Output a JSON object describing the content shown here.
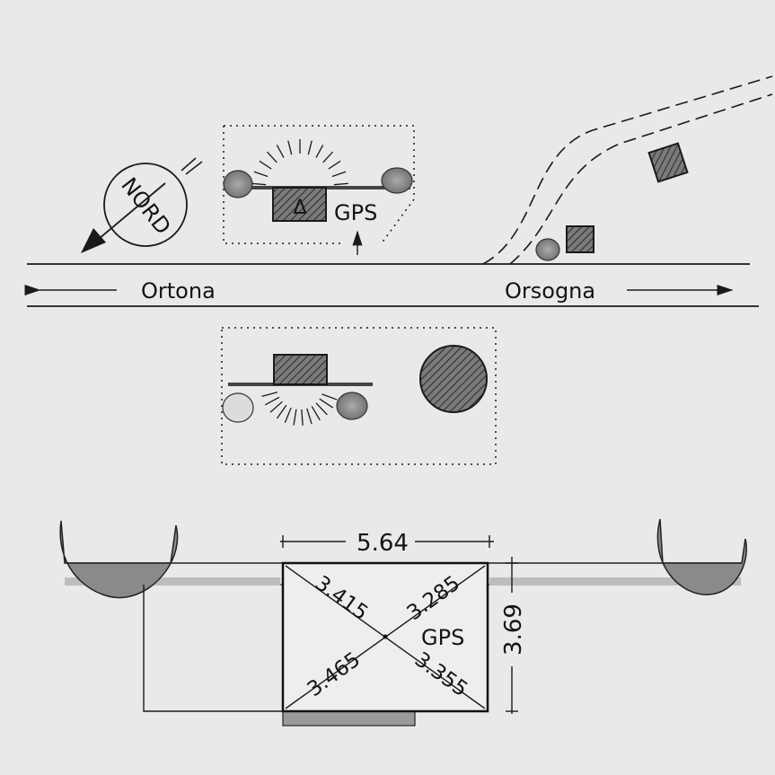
{
  "compass": {
    "label": "NORD"
  },
  "road": {
    "left_destination": "Ortona",
    "right_destination": "Orsogna"
  },
  "site_plan": {
    "gps_label": "GPS",
    "gps_symbol": "Δ"
  },
  "detail": {
    "gps_label": "GPS",
    "width": "5.64",
    "depth": "3.69",
    "diagonals": {
      "top_left": "3.415",
      "top_right": "3.285",
      "bottom_left": "3.465",
      "bottom_right": "3.355"
    }
  }
}
